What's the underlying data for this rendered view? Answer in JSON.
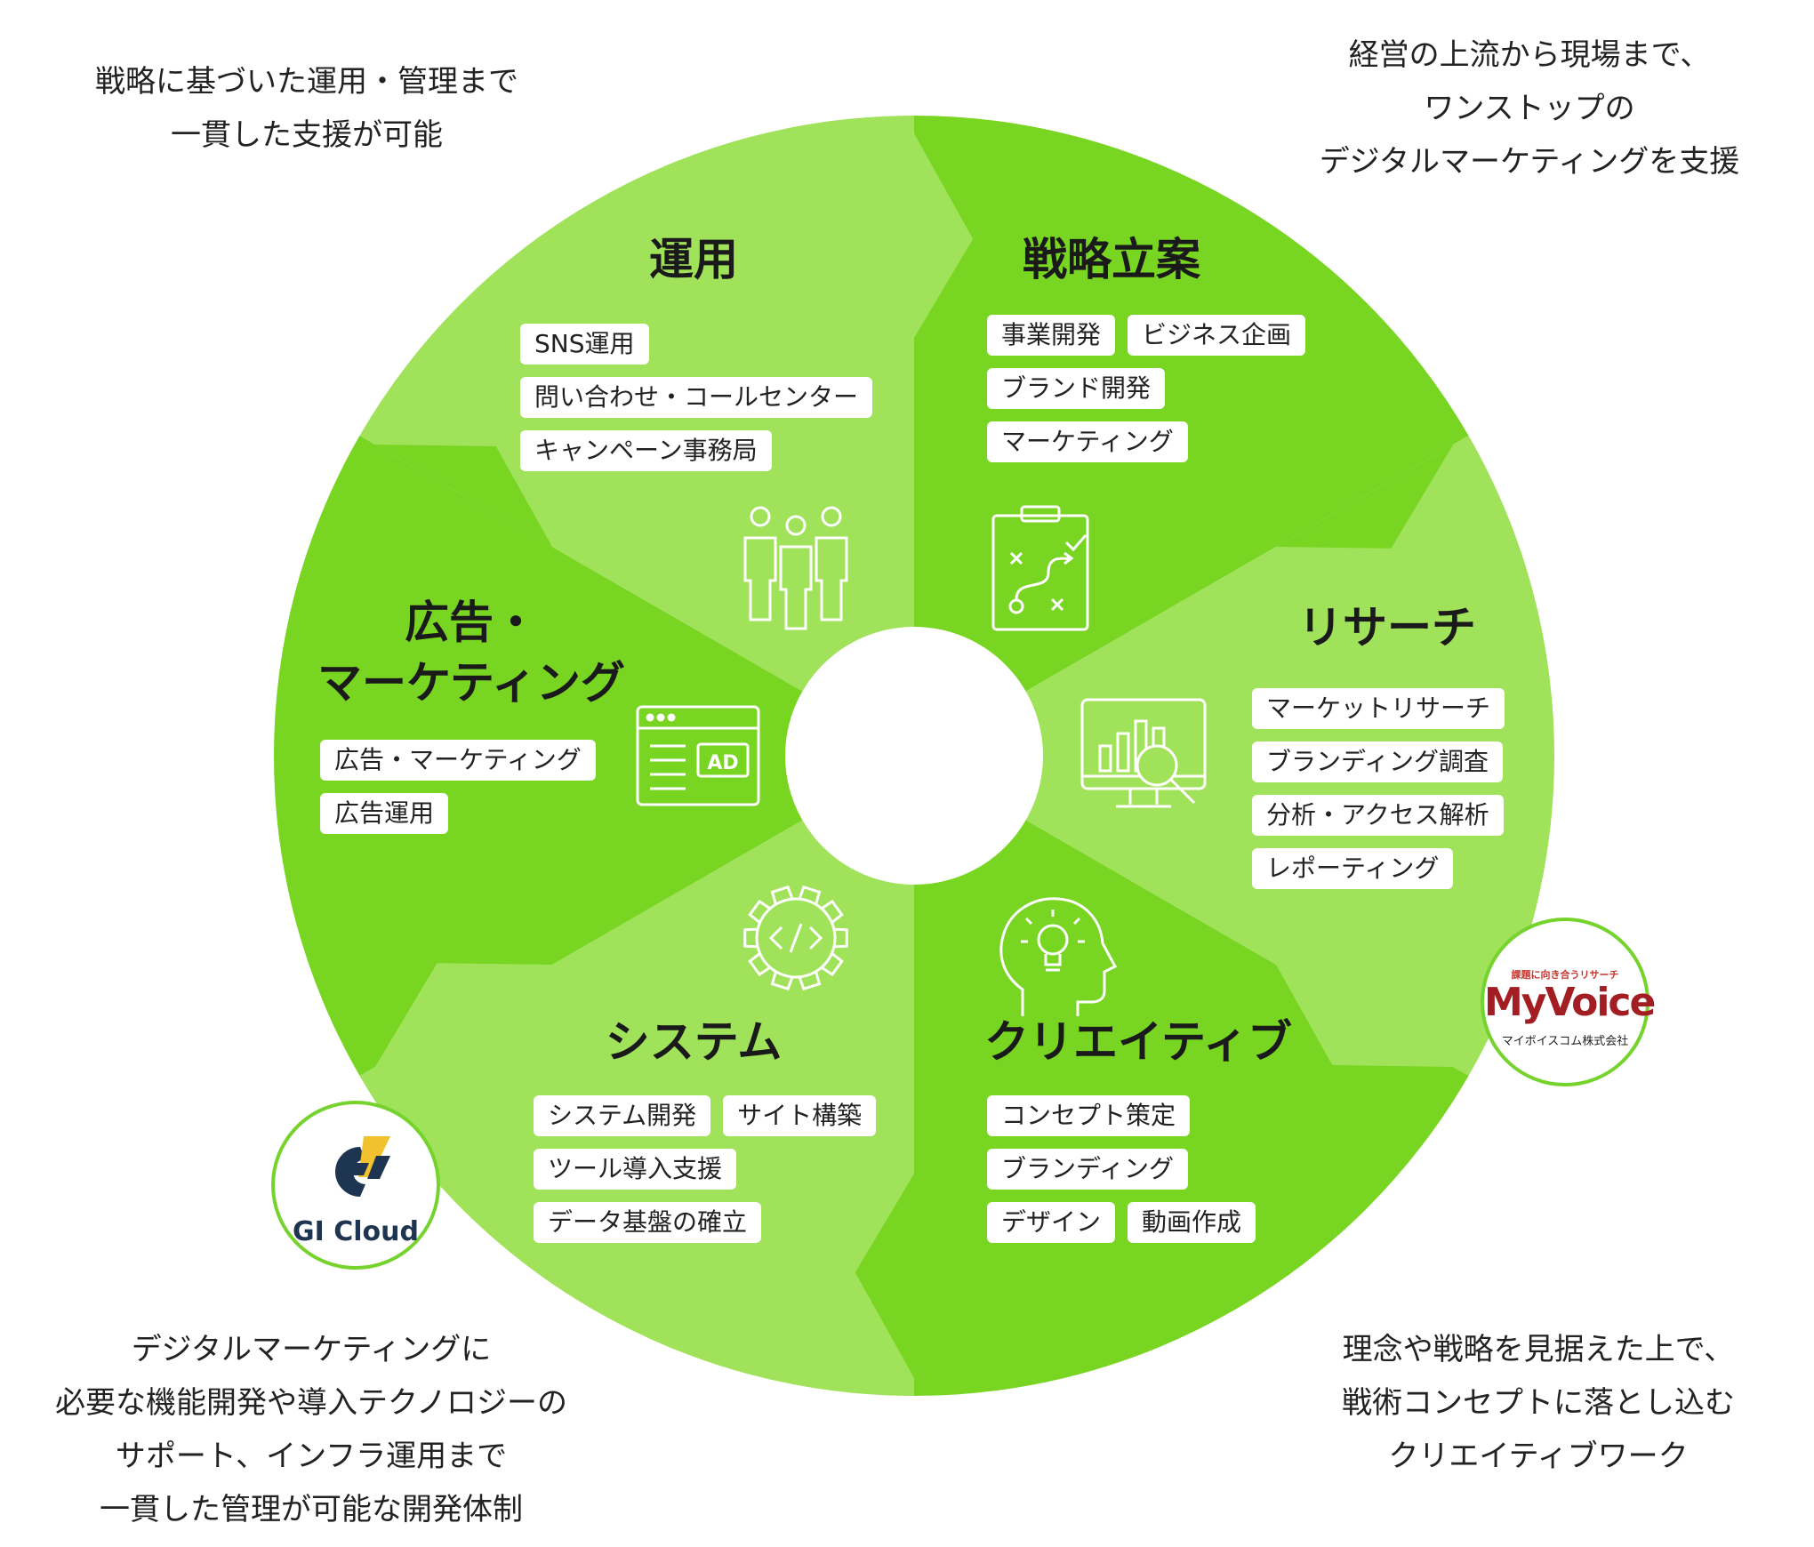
{
  "colors": {
    "light_green": "#a0e25a",
    "dark_green": "#78d521",
    "white": "#ffffff",
    "logo_border": "#76d32d"
  },
  "notes": {
    "top_left": [
      "戦略に基づいた運用・管理まで",
      "一貫した支援が可能"
    ],
    "top_right": [
      "経営の上流から現場まで、",
      "ワンストップの",
      "デジタルマーケティングを支援"
    ],
    "bottom_left": [
      "デジタルマーケティングに",
      "必要な機能開発や導入テクノロジーの",
      "サポート、インフラ運用まで",
      "一貫した管理が可能な開発体制"
    ],
    "bottom_right": [
      "理念や戦略を見据えた上で、",
      "戦術コンセプトに落とし込む",
      "クリエイティブワーク"
    ]
  },
  "segments": {
    "operation": {
      "title": [
        "運用"
      ],
      "tags": [
        [
          "SNS運用"
        ],
        [
          "問い合わせ・コールセンター"
        ],
        [
          "キャンペーン事務局"
        ]
      ],
      "icon": "team-people-icon"
    },
    "strategy": {
      "title": [
        "戦略立案"
      ],
      "tags": [
        [
          "事業開発",
          "ビジネス企画"
        ],
        [
          "ブランド開発"
        ],
        [
          "マーケティング"
        ]
      ],
      "icon": "strategy-board-icon"
    },
    "research": {
      "title": [
        "リサーチ"
      ],
      "tags": [
        [
          "マーケットリサーチ"
        ],
        [
          "ブランディング調査"
        ],
        [
          "分析・アクセス解析"
        ],
        [
          "レポーティング"
        ]
      ],
      "icon": "analytics-monitor-icon"
    },
    "creative": {
      "title": [
        "クリエイティブ"
      ],
      "tags": [
        [
          "コンセプト策定"
        ],
        [
          "ブランディング"
        ],
        [
          "デザイン",
          "動画作成"
        ]
      ],
      "icon": "idea-head-icon"
    },
    "system": {
      "title": [
        "システム"
      ],
      "tags": [
        [
          "システム開発",
          "サイト構築"
        ],
        [
          "ツール導入支援"
        ],
        [
          "データ基盤の確立"
        ]
      ],
      "icon": "code-gear-icon"
    },
    "ads": {
      "title": [
        "広告・",
        "マーケティング"
      ],
      "tags": [
        [
          "広告・マーケティング"
        ],
        [
          "広告運用"
        ]
      ],
      "icon": "ad-window-icon",
      "icon_label": "AD"
    }
  },
  "logos": {
    "gi_cloud": {
      "text": "GI Cloud"
    },
    "myvoice": {
      "tagline": "課題に向き合うリサーチ",
      "name": "MyVoice",
      "company": "マイボイスコム株式会社"
    }
  }
}
